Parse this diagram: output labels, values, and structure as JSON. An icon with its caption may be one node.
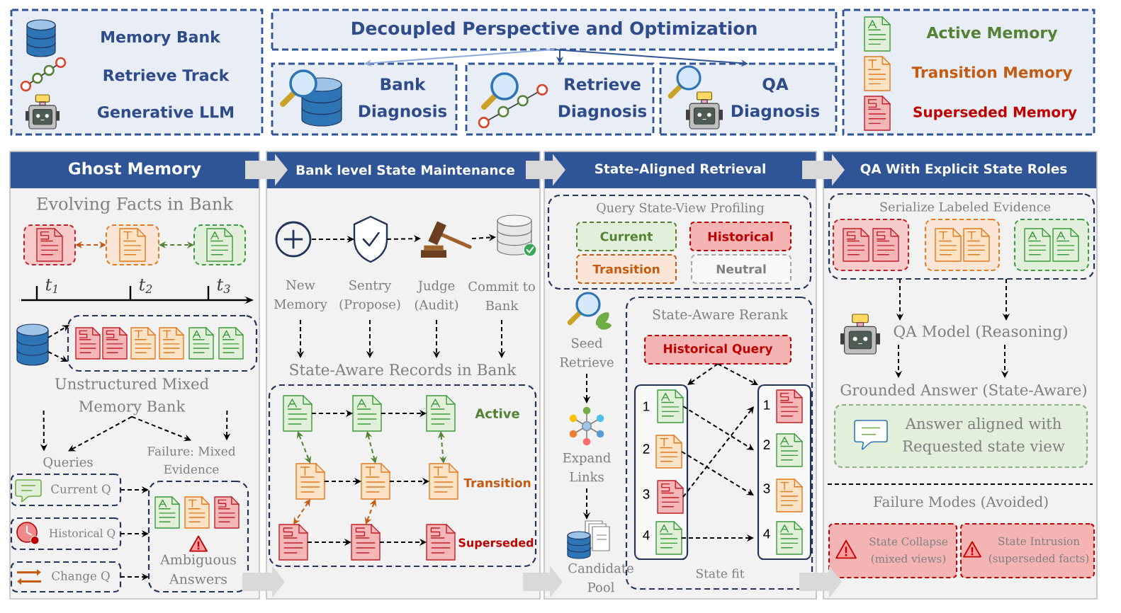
{
  "diagram": {
    "nodes": [
      {
        "text": [
          "Decoupled Perspective and Optimization"
        ]
      },
      {
        "text": [
          "Bank Diagnosis"
        ]
      },
      {
        "text": [
          "Retrieve Diagnosis"
        ]
      },
      {
        "text": [
          "QA Diagnosis"
        ]
      },
      {
        "text": [
          "Ghost Memory"
        ]
      },
      {
        "text": [
          "Bank level State Maintenance"
        ]
      },
      {
        "text": [
          "State-Aligned Retrieval"
        ]
      },
      {
        "text": [
          "QA With Explicit State Roles"
        ]
      },
      {
        "text": [],
        "shape": "box",
        "in": 4
      },
      {
        "text": [],
        "shape": "box",
        "in": 4
      },
      {
        "text": [],
        "shape": "box",
        "in": 4
      },
      {
        "text": [],
        "shape": "cylinder",
        "in": 4
      },
      {
        "text": [],
        "shape": "box",
        "in": 4
      },
      {
        "text": [
          "Unstructured Mixed Memory Bank"
        ],
        "in": 4
      },
      {
        "text": [
          "Queries"
        ],
        "in": 4
      },
      {
        "text": [
          "Failure: Mixed Evidence"
        ],
        "in": 4
      },
      {
        "text": [
          "Current Q"
        ],
        "in": 4
      },
      {
        "text": [
          "Historical Q"
        ],
        "in": 4
      },
      {
        "text": [
          "Change Q"
        ],
        "in": 4
      },
      {
        "text": [
          "Ambiguous Answers"
        ],
        "in": 4
      },
      {
        "text": [],
        "shape": "picture",
        "beside": [
          "New Memory"
        ],
        "in": 5
      },
      {
        "text": [],
        "shape": "picture",
        "beside": [
          "Sentry (Propose)"
        ],
        "in": 5
      },
      {
        "text": [],
        "shape": "picture",
        "beside": [
          "Judge (Audit)"
        ],
        "in": 5
      },
      {
        "text": [],
        "shape": "picture",
        "beside": [
          "Commit to Bank"
        ],
        "in": 5
      },
      {
        "text": [
          "State-Aware Records in Bank"
        ],
        "in": 5
      },
      {
        "text": [],
        "shape": "document",
        "in": 24
      },
      {
        "text": [],
        "shape": "document",
        "in": 24
      },
      {
        "text": [],
        "shape": "document",
        "in": 24
      },
      {
        "text": [],
        "shape": "document",
        "in": 24
      },
      {
        "text": [],
        "shape": "document",
        "in": 24
      },
      {
        "text": [],
        "shape": "document",
        "in": 24
      },
      {
        "text": [],
        "shape": "document",
        "in": 24
      },
      {
        "text": [],
        "shape": "document",
        "in": 24
      },
      {
        "text": [],
        "shape": "document",
        "in": 24
      },
      {
        "text": [
          "Query State-View Profiling"
        ],
        "in": 6
      },
      {
        "text": [
          "Current"
        ],
        "in": 34
      },
      {
        "text": [
          "Historical"
        ],
        "in": 34
      },
      {
        "text": [
          "Transition"
        ],
        "in": 34
      },
      {
        "text": [
          "Neutral"
        ],
        "in": 34
      },
      {
        "text": [],
        "shape": "picture",
        "beside": [
          "Seed Retrieve"
        ],
        "in": 6
      },
      {
        "text": [],
        "shape": "picture",
        "beside": [
          "Expand Links"
        ],
        "in": 6
      },
      {
        "text": [],
        "shape": "picture",
        "beside": [
          "Candidate Pool"
        ],
        "in": 6
      },
      {
        "text": [
          "State-Aware Rerank",
          "State fit"
        ],
        "in": 6
      },
      {
        "text": [
          "Historical Query"
        ],
        "in": 42
      },
      {
        "text": [],
        "shape": "box",
        "in": 42
      },
      {
        "text": [],
        "shape": "box",
        "in": 42
      },
      {
        "text": [],
        "shape": "document",
        "beside": [
          "1"
        ],
        "in": 44
      },
      {
        "text": [],
        "shape": "document",
        "beside": [
          "2"
        ],
        "in": 44
      },
      {
        "text": [],
        "shape": "document",
        "beside": [
          "3"
        ],
        "in": 44
      },
      {
        "text": [],
        "shape": "document",
        "beside": [
          "4"
        ],
        "in": 44
      },
      {
        "text": [],
        "shape": "document",
        "beside": [
          "1"
        ],
        "in": 45
      },
      {
        "text": [],
        "shape": "document",
        "beside": [
          "2"
        ],
        "in": 45
      },
      {
        "text": [],
        "shape": "document",
        "beside": [
          "3"
        ],
        "in": 45
      },
      {
        "text": [],
        "shape": "document",
        "beside": [
          "4"
        ],
        "in": 45
      },
      {
        "text": [
          "Serialize Labeled Evidence"
        ],
        "in": 7
      },
      {
        "text": [],
        "shape": "box",
        "in": 54
      },
      {
        "text": [],
        "shape": "box",
        "in": 54
      },
      {
        "text": [],
        "shape": "box",
        "in": 54
      },
      {
        "text": [
          "QA Model (Reasoning)"
        ],
        "in": 7
      },
      {
        "text": [
          "Grounded Answer (State-Aware)",
          "Answer aligned with Requested state view"
        ],
        "in": 7
      },
      {
        "text": [
          "State Collapse (mixed views)"
        ],
        "in": 7
      },
      {
        "text": [
          "State Intrusion (superseded facts)"
        ],
        "in": 7
      }
    ],
    "edges": [
      {
        "from": 0,
        "to": 1,
        "arrow": "to",
        "color": "#8eaadb"
      },
      {
        "from": 0,
        "to": 2,
        "arrow": "to",
        "color": "#2f5597"
      },
      {
        "from": 0,
        "to": 3,
        "arrow": "to",
        "color": "#2f5597"
      },
      {
        "from": 4,
        "to": 5,
        "arrow": "to",
        "style": "thick",
        "color": "#d9d9d9"
      },
      {
        "from": 4,
        "to": 5,
        "arrow": "to",
        "style": "thick",
        "color": "#d9d9d9"
      },
      {
        "from": 5,
        "to": 6,
        "arrow": "to",
        "style": "thick",
        "color": "#d9d9d9"
      },
      {
        "from": 5,
        "to": 6,
        "arrow": "to",
        "style": "thick",
        "color": "#d9d9d9"
      },
      {
        "from": 6,
        "to": 7,
        "arrow": "to",
        "style": "thick",
        "color": "#d9d9d9"
      },
      {
        "from": 6,
        "to": 7,
        "arrow": "to",
        "style": "thick",
        "color": "#d9d9d9"
      },
      {
        "from": 8,
        "to": 9,
        "arrow": "both",
        "style": "dashed",
        "color": "#c55a11"
      },
      {
        "from": 9,
        "to": 10,
        "arrow": "both",
        "style": "dashed",
        "color": "#548235"
      },
      {
        "from": 11,
        "to": 12,
        "arrow": "to",
        "style": "dashed"
      },
      {
        "from": 11,
        "to": 12,
        "arrow": "to",
        "style": "dashed"
      },
      {
        "from": 13,
        "to": 14,
        "arrow": "to",
        "style": "dashed"
      },
      {
        "from": 13,
        "to": 15,
        "arrow": "to",
        "style": "dashed"
      },
      {
        "from": 13,
        "to": 14,
        "arrow": "to",
        "style": "dashed"
      },
      {
        "from": 13,
        "to": 15,
        "arrow": "to",
        "style": "dashed"
      },
      {
        "from": 16,
        "to": 19,
        "arrow": "to",
        "style": "dashed"
      },
      {
        "from": 17,
        "to": 19,
        "arrow": "to",
        "style": "dashed"
      },
      {
        "from": 18,
        "to": 19,
        "arrow": "to",
        "style": "dashed"
      },
      {
        "from": 20,
        "to": 21,
        "arrow": "to",
        "style": "dashed"
      },
      {
        "from": 21,
        "to": 22,
        "arrow": "to",
        "style": "dashed"
      },
      {
        "from": 22,
        "to": 23,
        "arrow": "to",
        "style": "dashed"
      },
      {
        "from": 20,
        "to": 24,
        "arrow": "to",
        "style": "dashed"
      },
      {
        "from": 21,
        "to": 24,
        "arrow": "to",
        "style": "dashed"
      },
      {
        "from": 22,
        "to": 24,
        "arrow": "to",
        "style": "dashed"
      },
      {
        "from": 23,
        "to": 24,
        "arrow": "to",
        "style": "dashed"
      },
      {
        "from": 25,
        "to": 26,
        "arrow": "to",
        "style": "dashed"
      },
      {
        "from": 26,
        "to": 27,
        "arrow": "to",
        "style": "dashed"
      },
      {
        "from": 28,
        "to": 29,
        "arrow": "to",
        "style": "dashed"
      },
      {
        "from": 29,
        "to": 30,
        "arrow": "to",
        "style": "dashed"
      },
      {
        "from": 31,
        "to": 32,
        "arrow": "to",
        "style": "dashed"
      },
      {
        "from": 32,
        "to": 33,
        "arrow": "to",
        "style": "dashed"
      },
      {
        "from": 25,
        "to": 28,
        "arrow": "both",
        "style": "dashed",
        "color": "#548235"
      },
      {
        "from": 26,
        "to": 29,
        "arrow": "both",
        "style": "dashed",
        "color": "#548235"
      },
      {
        "from": 27,
        "to": 30,
        "arrow": "both",
        "style": "dashed",
        "color": "#548235"
      },
      {
        "from": 28,
        "to": 31,
        "arrow": "both",
        "style": "dashed",
        "color": "#c55a11"
      },
      {
        "from": 29,
        "to": 32,
        "arrow": "both",
        "style": "dashed",
        "color": "#c55a11"
      },
      {
        "from": 39,
        "to": 40,
        "arrow": "to",
        "style": "dashed"
      },
      {
        "from": 40,
        "to": 41,
        "arrow": "to",
        "style": "dashed"
      },
      {
        "from": 43,
        "to": 44,
        "arrow": "to",
        "style": "dashed"
      },
      {
        "from": 43,
        "to": 45,
        "arrow": "to",
        "style": "dashed"
      },
      {
        "from": 46,
        "to": 51,
        "arrow": "to",
        "style": "dashed"
      },
      {
        "from": 47,
        "to": 52,
        "arrow": "to",
        "style": "dashed"
      },
      {
        "from": 48,
        "to": 50,
        "arrow": "to",
        "style": "dashed"
      },
      {
        "from": 49,
        "to": 53,
        "arrow": "to",
        "style": "dashed"
      },
      {
        "from": 54,
        "to": 58,
        "arrow": "to",
        "style": "dashed"
      },
      {
        "from": 54,
        "to": 58,
        "arrow": "to",
        "style": "dashed"
      },
      {
        "from": 58,
        "to": 59,
        "arrow": "to",
        "style": "dashed"
      },
      {
        "from": 58,
        "to": 59,
        "arrow": "to",
        "style": "dashed"
      }
    ],
    "labels": [
      "Evolving Facts in Bank",
      "t$_{1}$",
      "t$_{2}$",
      "t$_{3}$",
      "Active",
      "Transition",
      "Superseded",
      "Failure Modes (Avoided)"
    ],
    "legend": [
      {
        "text": "Memory Bank"
      },
      {
        "text": "Retrieve Track"
      },
      {
        "text": "Generative LLM"
      },
      {
        "text": "Active Memory"
      },
      {
        "text": "Transition Memory"
      },
      {
        "text": "Superseded Memory"
      }
    ]
  }
}
